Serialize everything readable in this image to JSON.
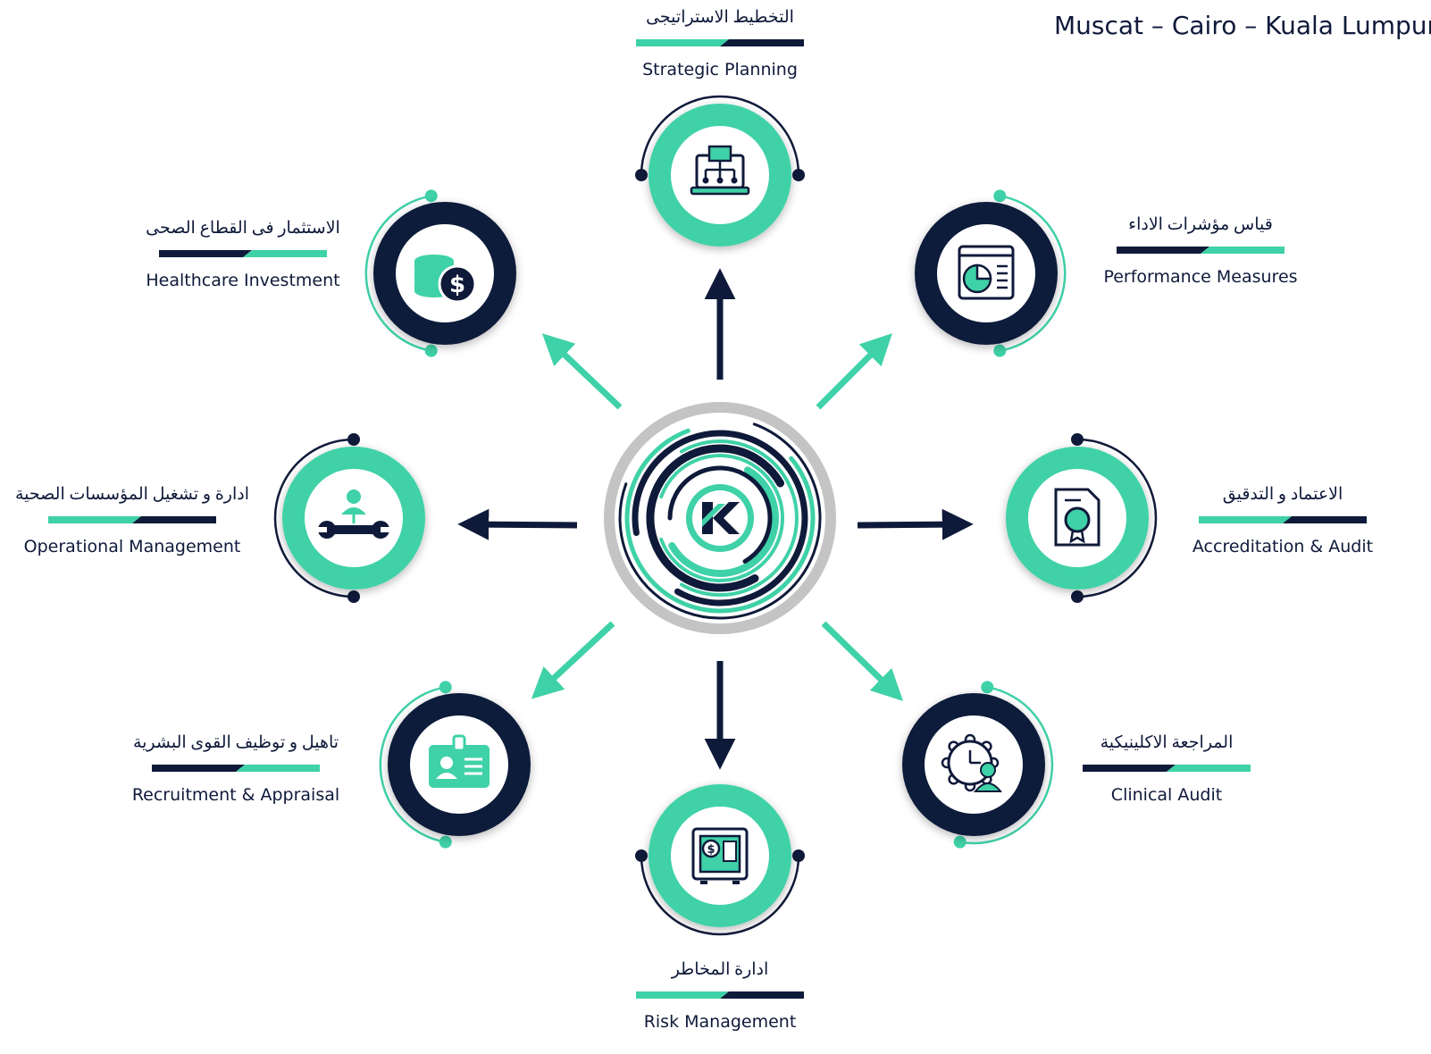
{
  "header": {
    "cities": "Muscat –  Cairo – Kuala Lumpur"
  },
  "colors": {
    "navy": "#0f1a3a",
    "teal": "#3fd1a7",
    "grey": "#c4c4c4"
  },
  "center": {
    "logo_icon": "k-logo-icon"
  },
  "services": [
    {
      "id": "strategic-planning",
      "ar": "التخطيط الاستراتيجى",
      "en": "Strategic Planning",
      "icon": "laptop-network-icon"
    },
    {
      "id": "performance-measures",
      "ar": "قياس مؤشرات الاداء",
      "en": "Performance Measures",
      "icon": "report-pie-chart-icon"
    },
    {
      "id": "accreditation-audit",
      "ar": "الاعتماد و التدقيق",
      "en": "Accreditation & Audit",
      "icon": "certificate-document-icon"
    },
    {
      "id": "clinical-audit",
      "ar": "المراجعة الاكلينيكية",
      "en": "Clinical Audit",
      "icon": "gear-clock-person-icon"
    },
    {
      "id": "risk-management",
      "ar": "ادارة المخاطر",
      "en": "Risk Management",
      "icon": "safe-money-icon"
    },
    {
      "id": "recruitment-appraisal",
      "ar": "تاهيل و توظيف القوى البشرية",
      "en": "Recruitment & Appraisal",
      "icon": "id-badge-icon"
    },
    {
      "id": "operational-management",
      "ar": "ادارة و تشغيل المؤسسات الصحية",
      "en": "Operational Management",
      "icon": "person-wrench-icon"
    },
    {
      "id": "healthcare-investment",
      "ar": "الاستثمار فى القطاع الصحى",
      "en": "Healthcare Investment",
      "icon": "coins-dollar-icon"
    }
  ]
}
